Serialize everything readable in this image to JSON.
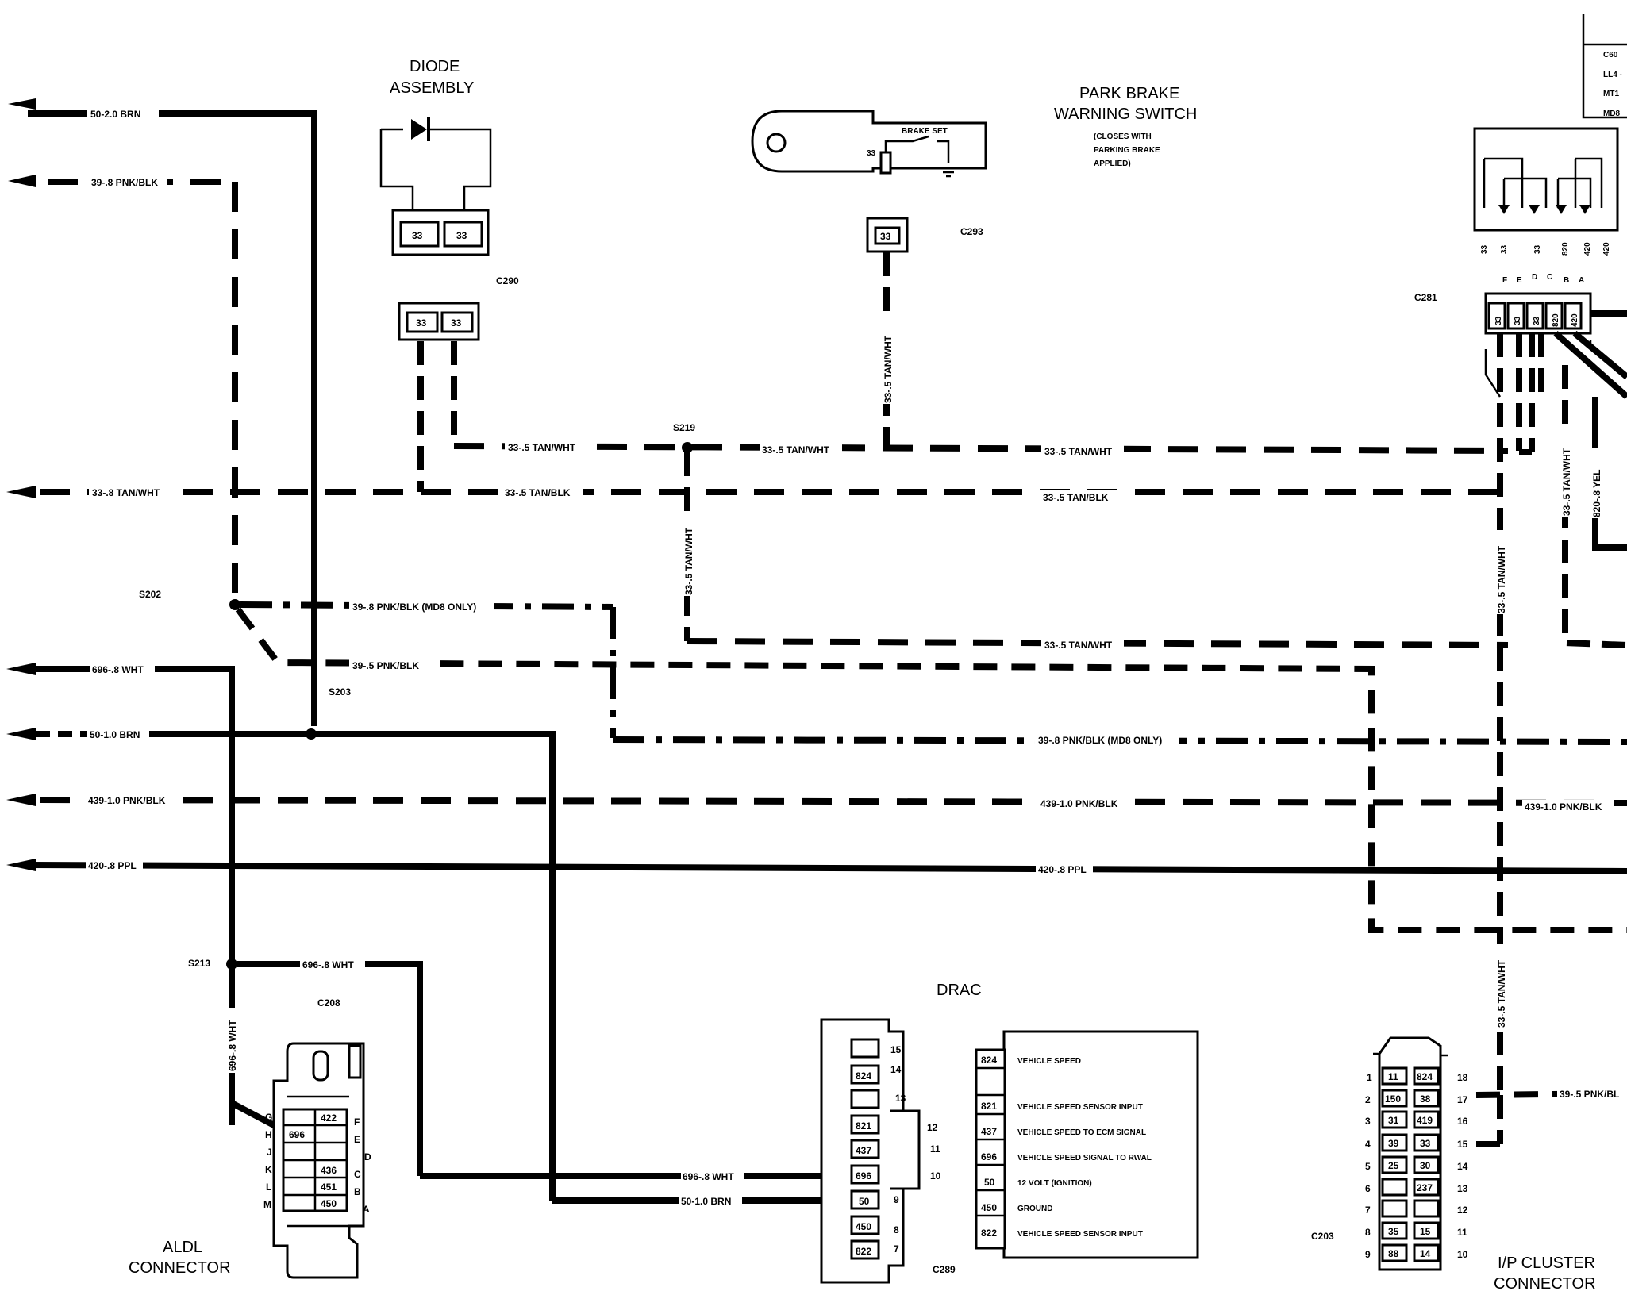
{
  "components": {
    "diode_assembly": "DIODE\nASSEMBLY",
    "diode_assembly_l1": "DIODE",
    "diode_assembly_l2": "ASSEMBLY",
    "park_brake_l1": "PARK BRAKE",
    "park_brake_l2": "WARNING SWITCH",
    "park_brake_note_l1": "(CLOSES WITH",
    "park_brake_note_l2": "PARKING BRAKE",
    "park_brake_note_l3": "APPLIED)",
    "brake_set": "BRAKE SET",
    "drac": "DRAC",
    "aldl_l1": "ALDL",
    "aldl_l2": "CONNECTOR",
    "ip_cluster_l1": "I/P CLUSTER",
    "ip_cluster_l2": "CONNECTOR"
  },
  "connectors": {
    "c290": "C290",
    "c293": "C293",
    "c281": "C281",
    "c208": "C208",
    "c289": "C289",
    "c203": "C203"
  },
  "splices": {
    "s202": "S202",
    "s203": "S203",
    "s213": "S213",
    "s219": "S219"
  },
  "wires": {
    "w50_20_brn": "50-2.0 BRN",
    "w39_8_pnkblk": "39-.8 PNK/BLK",
    "w33_8_tanwht": "33-.8 TAN/WHT",
    "w33_5_tanwht": "33-.5 TAN/WHT",
    "w33_5_tanblk": "33-.5 TAN/BLK",
    "w39_8_pnkblk_md8": "39-.8 PNK/BLK (MD8 ONLY)",
    "w39_5_pnkblk": "39-.5 PNK/BLK",
    "w696_8_wht": "696-.8 WHT",
    "w50_10_brn": "50-1.0 BRN",
    "w439_10_pnkblk": "439-1.0 PNK/BLK",
    "w420_8_ppl": "420-.8 PPL",
    "w820_8_yel": "820-.8 YEL",
    "w39_5_pnkbl_cut": "39-.5 PNK/BL"
  },
  "option_box": [
    "C60",
    "LL4 -",
    "MT1",
    "MD8"
  ],
  "c281_pins_top": [
    "33",
    "33",
    "33",
    "820",
    "420",
    "420"
  ],
  "c281_letters": [
    "F",
    "E",
    "D",
    "C",
    "B",
    "A"
  ],
  "c281_cavities": [
    "33",
    "33",
    "33",
    "820",
    "420"
  ],
  "diode_pins": [
    "33",
    "33"
  ],
  "c290_pins": [
    "33",
    "33"
  ],
  "c293_pin": "33",
  "drac_pins": [
    "15",
    "14",
    "13",
    "12",
    "11",
    "10",
    "9",
    "8",
    "7"
  ],
  "drac_cavities": [
    "",
    "824",
    "",
    "821",
    "437",
    "696",
    "50",
    "450",
    "822"
  ],
  "drac_table": [
    {
      "pin": "824",
      "desc": "VEHICLE SPEED"
    },
    {
      "pin": "",
      "desc": ""
    },
    {
      "pin": "821",
      "desc": "VEHICLE SPEED SENSOR INPUT"
    },
    {
      "pin": "437",
      "desc": "VEHICLE SPEED TO ECM SIGNAL"
    },
    {
      "pin": "696",
      "desc": "VEHICLE SPEED SIGNAL TO RWAL"
    },
    {
      "pin": "50",
      "desc": "12 VOLT (IGNITION)"
    },
    {
      "pin": "450",
      "desc": "GROUND"
    },
    {
      "pin": "822",
      "desc": "VEHICLE SPEED SENSOR INPUT"
    }
  ],
  "aldl": {
    "left_letters": [
      "G",
      "H",
      "J",
      "K",
      "L",
      "M"
    ],
    "right_letters": [
      "F",
      "E",
      "D",
      "C",
      "B",
      "A"
    ],
    "cavities": [
      "422",
      "696",
      "436",
      "451",
      "450"
    ]
  },
  "ip_cluster": {
    "left_nums": [
      "1",
      "2",
      "3",
      "4",
      "5",
      "6",
      "7",
      "8",
      "9"
    ],
    "right_nums": [
      "18",
      "17",
      "16",
      "15",
      "14",
      "13",
      "12",
      "11",
      "10"
    ],
    "left_cells": [
      "11",
      "150",
      "31",
      "39",
      "25",
      "",
      "",
      "35",
      "88"
    ],
    "right_cells": [
      "824",
      "38",
      "419",
      "33",
      "30",
      "237",
      "",
      "15",
      "14"
    ]
  }
}
